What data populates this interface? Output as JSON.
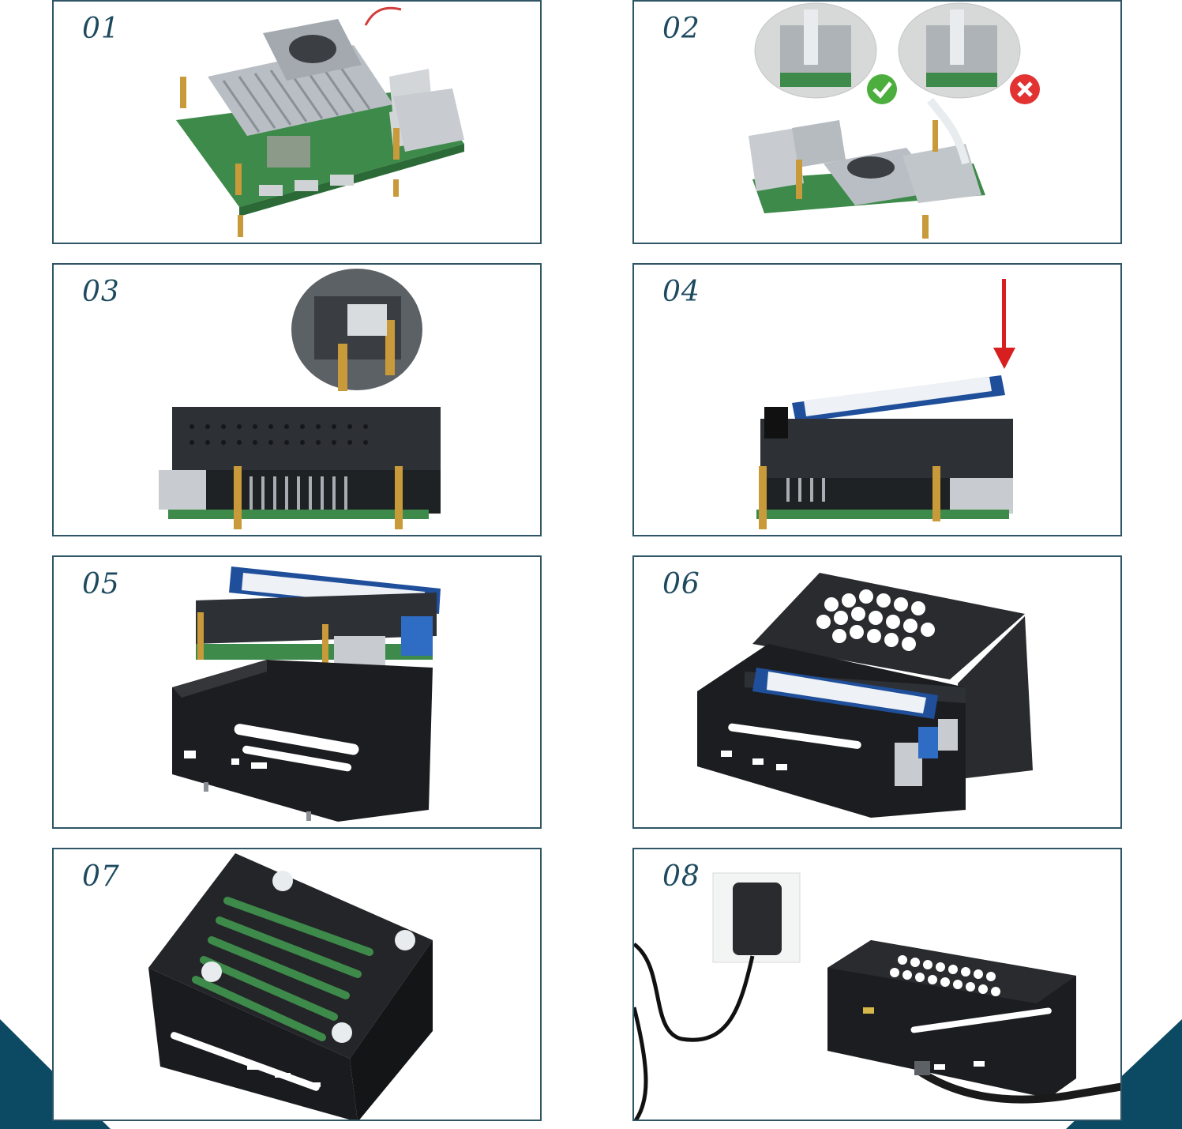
{
  "colors": {
    "frame": "#2f5566",
    "number": "#1d4a5f",
    "corner": "#0c4a63",
    "pcb_green": "#3d8a4a",
    "heatsink": "#b9bec4",
    "case_black": "#1c1d20",
    "ok_green": "#4cae3c",
    "bad_red": "#e23232",
    "arrow_red": "#d81f1f",
    "brass": "#c99a3a"
  },
  "steps": [
    {
      "number": "01",
      "icon": "pi-board-with-heatsink-fan-photo"
    },
    {
      "number": "02",
      "icon": "ribbon-cable-orientation-photo"
    },
    {
      "number": "03",
      "icon": "nvme-hat-mounted-photo"
    },
    {
      "number": "04",
      "icon": "ssd-insertion-photo"
    },
    {
      "number": "05",
      "icon": "board-into-case-base-photo"
    },
    {
      "number": "06",
      "icon": "case-cover-sliding-photo"
    },
    {
      "number": "07",
      "icon": "closed-case-photo"
    },
    {
      "number": "08",
      "icon": "powered-case-photo"
    }
  ]
}
